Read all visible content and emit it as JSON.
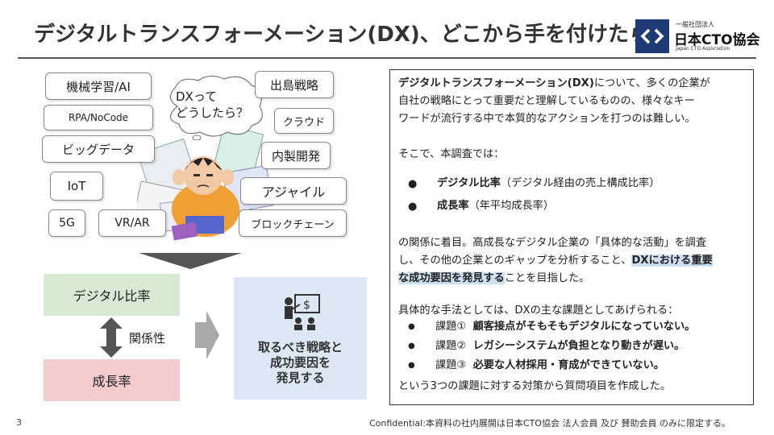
{
  "header": {
    "title": "デジタルトランスフォーメーション(DX)、どこから手を付けたら？",
    "logo": {
      "small": "一般社団法人",
      "main": "日本CTO協会",
      "sub": "Japan CTO Association"
    }
  },
  "keywords": {
    "ml_ai": "機械学習/AI",
    "rpa": "RPA/NoCode",
    "big_data": "ビッグデータ",
    "iot": "IoT",
    "fiveg": "5G",
    "vr_ar": "VR/AR",
    "dejima": "出島戦略",
    "cloud": "クラウド",
    "inhouse": "内製開発",
    "agile": "アジャイル",
    "blockchain": "ブロックチェーン"
  },
  "thought": {
    "line1": "DXって",
    "line2": "どうしたら？"
  },
  "diagram": {
    "digital_ratio": "デジタル比率",
    "growth_rate": "成長率",
    "relation": "関係性",
    "strategy_line1": "取るべき戦略と",
    "strategy_line2": "成功要因を",
    "strategy_line3": "発見する"
  },
  "body": {
    "p1_bold": "デジタルトランスフォーメーション(DX)",
    "p1_rest": "について、多くの企業が",
    "p1_line2": "自社の戦略にとって重要だと理解しているものの、様々なキー",
    "p1_line3": "ワードが流行する中で本質的なアクションを打つのは難しい。",
    "p2": "そこで、本調査では：",
    "bullet1_bold": "デジタル比率",
    "bullet1_rest": "（デジタル経由の売上構成比率）",
    "bullet2_bold": "成長率",
    "bullet2_rest": "（年平均成長率）",
    "p3_line1": "の関係に着目。高成長なデジタル企業の「具体的な活動」を調査",
    "p3_line2_pre": "し、その他の企業とのギャップを分析すること、",
    "p3_line2_hl": "DXにおける重要",
    "p3_line3_hl": "な成功要因を発見する",
    "p3_line3_rest": "ことを目指した。",
    "p4": "具体的な手法としては、DXの主な課題としてあげられる：",
    "issue1_label": "課題①",
    "issue1_text": "顧客接点がそもそもデジタルになっていない。",
    "issue2_label": "課題②",
    "issue2_text": "レガシーシステムが負担となり動きが遅い。",
    "issue3_label": "課題③",
    "issue3_text": "必要な人材採用・育成ができていない。",
    "p5": "という3つの課題に対する対策から質問項目を作成した。",
    "bullet_char": "●"
  },
  "footer": {
    "page": "3",
    "confidential": "Confidential:本資料の社内展開は日本CTO協会 法人会員 及び 賛助会員 のみに限定する。"
  }
}
